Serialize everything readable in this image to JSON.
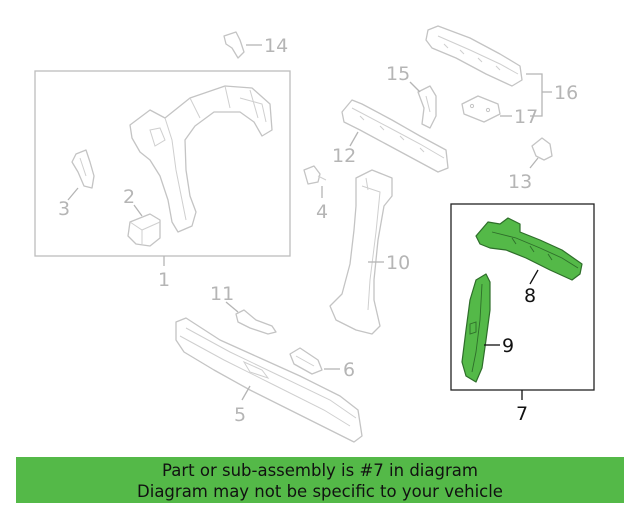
{
  "labels": {
    "p1": "1",
    "p2": "2",
    "p3": "3",
    "p4": "4",
    "p5": "5",
    "p6": "6",
    "p7": "7",
    "p8": "8",
    "p9": "9",
    "p10": "10",
    "p11": "11",
    "p12": "12",
    "p13": "13",
    "p14": "14",
    "p15": "15",
    "p16": "16",
    "p17": "17"
  },
  "highlight_part": "7",
  "colors": {
    "highlight": "#54b948",
    "outline": "#c4c4c4",
    "label_gray": "#b5b5b5"
  },
  "banner": {
    "line1": "Part or sub-assembly is #7 in diagram",
    "line2": "Diagram may not be specific to your vehicle"
  }
}
